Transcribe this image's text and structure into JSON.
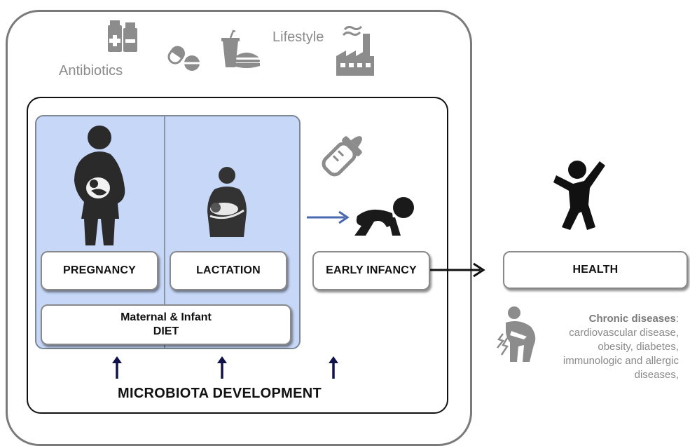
{
  "factors": {
    "antibiotics": "Antibiotics",
    "lifestyle": "Lifestyle"
  },
  "stages": {
    "pregnancy": "PREGNANCY",
    "lactation": "LACTATION",
    "early_infancy": "EARLY INFANCY"
  },
  "diet": {
    "line1": "Maternal & Infant",
    "line2": "DIET"
  },
  "microbiota": "MICROBIOTA DEVELOPMENT",
  "health": "HEALTH",
  "chronic": {
    "title": "Chronic diseases",
    "colon": ":",
    "lines": [
      "cardiovascular disease,",
      "obesity, diabetes,",
      "immunologic and allergic",
      "diseases,"
    ]
  },
  "colors": {
    "stage_panel": "#c6d7f7",
    "gray_icon": "#8c8c8c",
    "dark_icon": "#222222",
    "arrow_blue": "#4a68b0",
    "arrow_navy": "#12124a"
  },
  "icons": [
    "medicine-bottles-icon",
    "capsule-pill-icon",
    "fast-food-icon",
    "factory-icon",
    "pregnant-woman-icon",
    "breastfeeding-mother-icon",
    "baby-bottle-icon",
    "crawling-baby-icon",
    "jumping-person-icon",
    "sick-person-icon"
  ]
}
